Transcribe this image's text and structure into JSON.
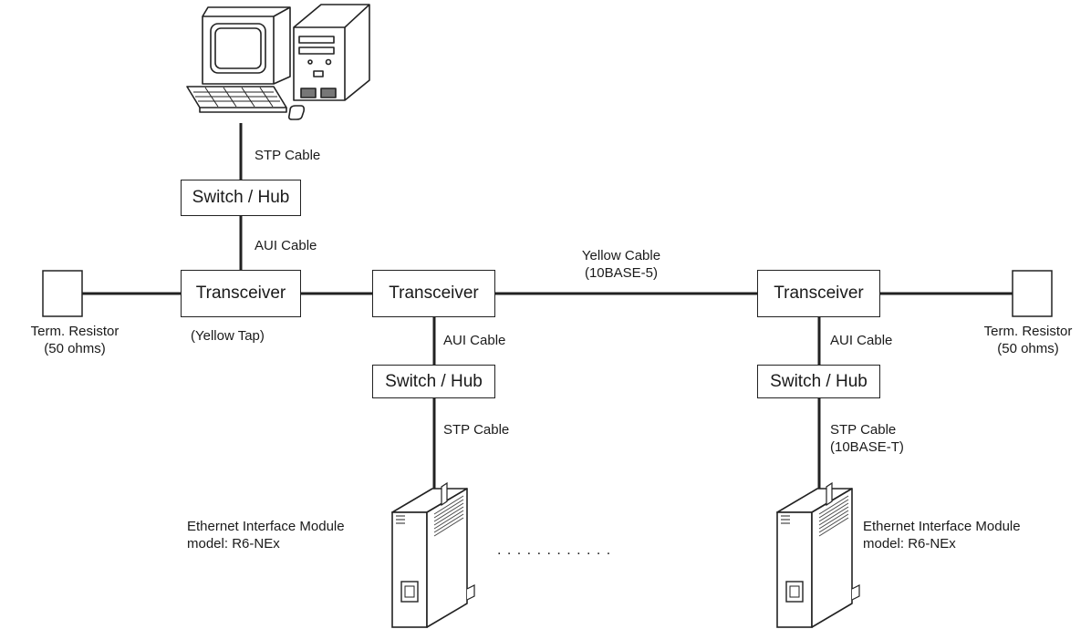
{
  "devices": {
    "switch_hub_label": "Switch / Hub",
    "transceiver_label": "Transceiver",
    "term_resistor_label": "Term. Resistor",
    "term_resistor_value": "(50 ohms)"
  },
  "cables": {
    "stp": "STP Cable",
    "aui": "AUI Cable",
    "yellow": "Yellow Cable",
    "yellow_spec": "(10BASE-5)",
    "stp_spec": "(10BASE-T)"
  },
  "tap_label": "(Yellow Tap)",
  "module": {
    "name": "Ethernet Interface Module",
    "model": "model: R6-NEx"
  },
  "continuation": ". . . . . . . . . . . ."
}
